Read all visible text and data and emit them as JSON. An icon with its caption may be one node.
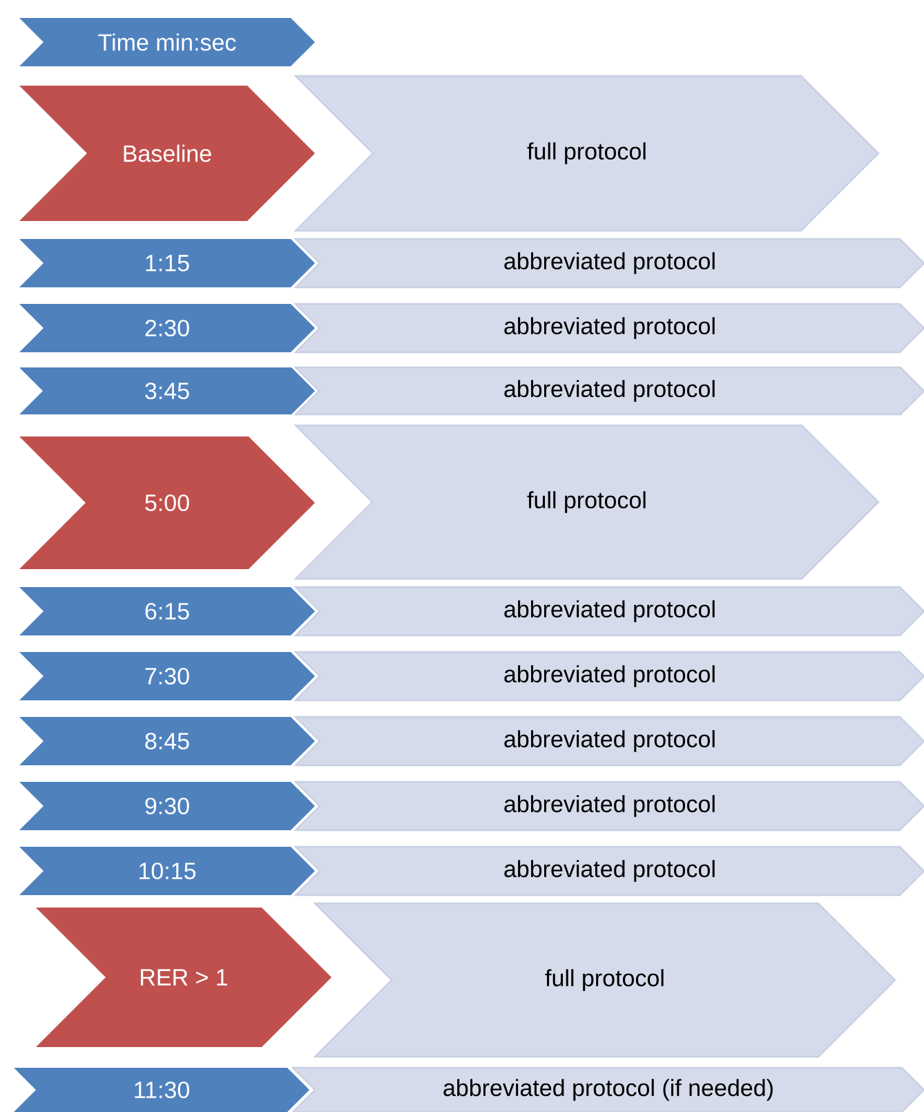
{
  "diagram": {
    "nodes": [
      {
        "text": [
          "Time min:sec"
        ]
      },
      {
        "text": [
          "Baseline"
        ]
      },
      {
        "text": [
          "full protocol"
        ]
      },
      {
        "text": [
          "1:15"
        ]
      },
      {
        "text": [
          "abbreviated protocol"
        ]
      },
      {
        "text": [
          "2:30"
        ]
      },
      {
        "text": [
          "abbreviated protocol"
        ]
      },
      {
        "text": [
          "3:45"
        ]
      },
      {
        "text": [
          "abbreviated protocol"
        ]
      },
      {
        "text": [
          "5:00"
        ]
      },
      {
        "text": [
          "full protocol"
        ]
      },
      {
        "text": [
          "6:15"
        ]
      },
      {
        "text": [
          "abbreviated protocol"
        ]
      },
      {
        "text": [
          "7:30"
        ]
      },
      {
        "text": [
          "abbreviated protocol"
        ]
      },
      {
        "text": [
          "8:45"
        ]
      },
      {
        "text": [
          "abbreviated protocol"
        ]
      },
      {
        "text": [
          "9:30"
        ]
      },
      {
        "text": [
          "abbreviated protocol"
        ]
      },
      {
        "text": [
          "10:15"
        ]
      },
      {
        "text": [
          "abbreviated protocol"
        ]
      },
      {
        "text": [
          "RER > 1"
        ]
      },
      {
        "text": [
          "full protocol"
        ]
      },
      {
        "text": [
          "11:30"
        ]
      },
      {
        "text": [
          "abbreviated protocol (if needed)"
        ]
      }
    ]
  }
}
